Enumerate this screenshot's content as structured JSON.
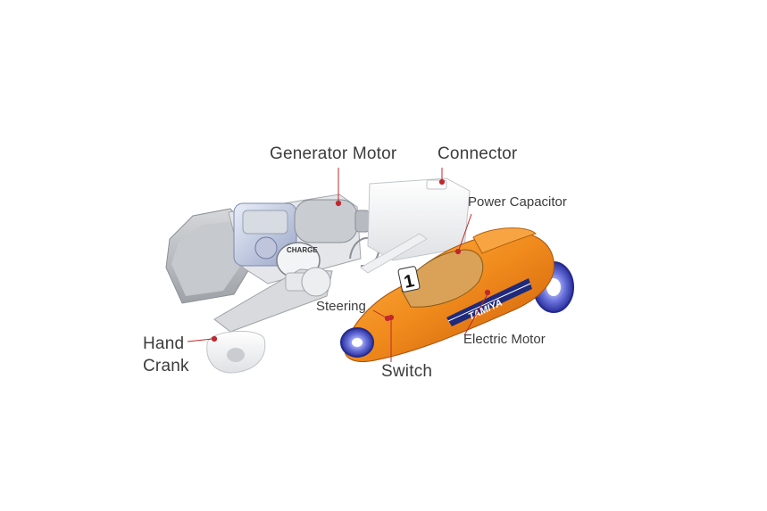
{
  "labels": {
    "generator_motor": "Generator Motor",
    "connector": "Connector",
    "power_capacitor": "Power Capacitor",
    "steering": "Steering",
    "electric_motor": "Electric Motor",
    "hand_crank_line1": "Hand",
    "hand_crank_line2": "Crank",
    "switch": "Switch"
  },
  "product_marks": {
    "charge_text": "CHARGE",
    "car_number": "1",
    "brand_text": "TAMIYA"
  },
  "colors": {
    "background": "#ffffff",
    "label_text": "#3c3c3c",
    "leader_line": "#c0282d",
    "car_body": "#f08a1c",
    "wheel": "#3a44c8",
    "generator_housing": "#b9bcc0"
  }
}
